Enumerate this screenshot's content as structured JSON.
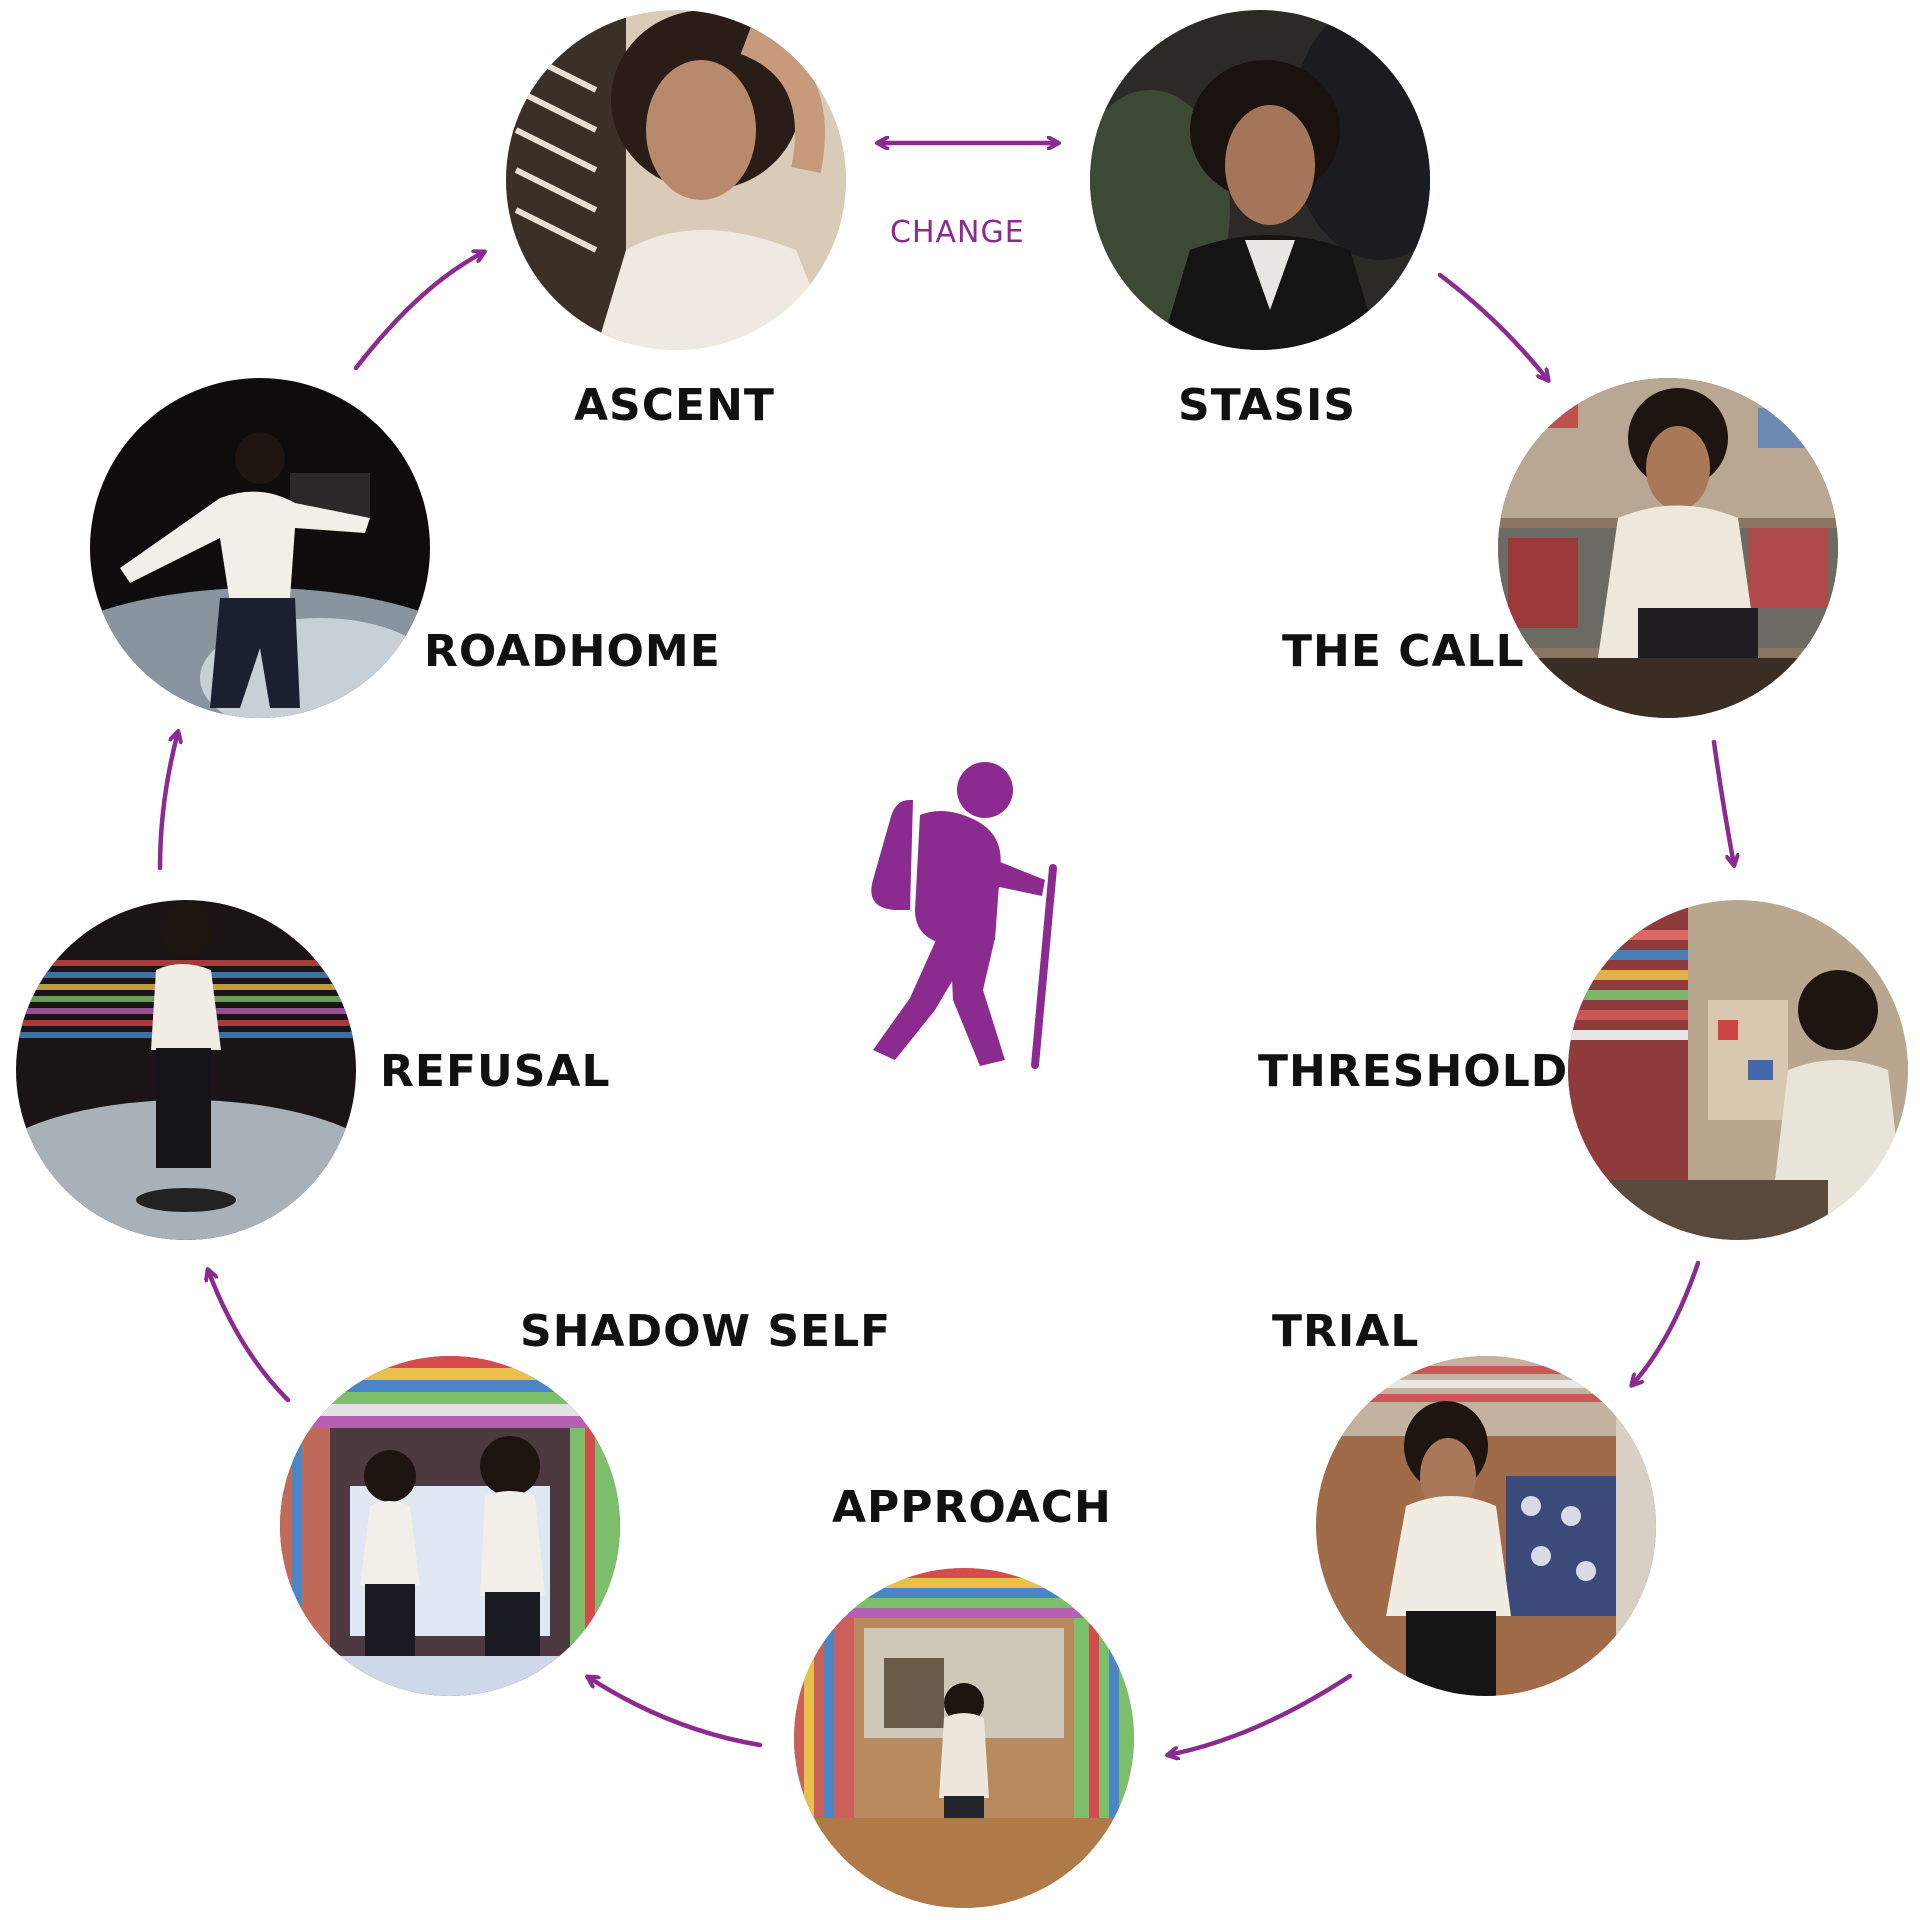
{
  "colors": {
    "accent": "#8b2a8f",
    "label_text": "#111111"
  },
  "center_icon": "hiker-icon",
  "change_label": "CHANGE",
  "stages": {
    "ascent": "ASCENT",
    "stasis": "STASIS",
    "the_call": "THE CALL",
    "threshold": "THRESHOLD",
    "trial": "TRIAL",
    "approach": "APPROACH",
    "shadow_self": "SHADOW SELF",
    "refusal": "REFUSAL",
    "roadhome": "ROADHOME"
  }
}
